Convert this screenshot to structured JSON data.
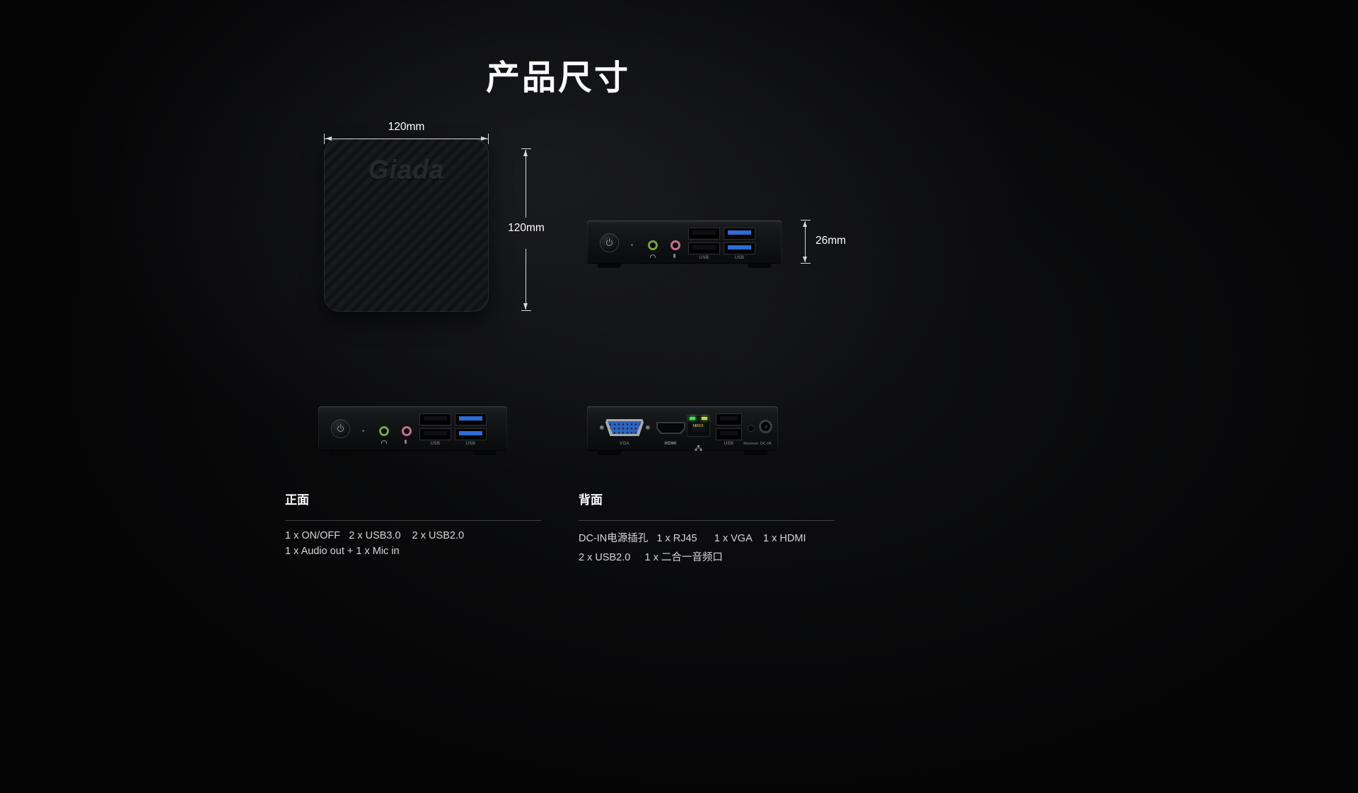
{
  "page": {
    "title": "产品尺寸"
  },
  "brand": {
    "logo": "Giada"
  },
  "dimensions": {
    "width": "120mm",
    "height": "120mm",
    "thickness": "26mm"
  },
  "ports": {
    "front": {
      "usb2_label": "USB",
      "usb3_label": "USB"
    },
    "back": {
      "vga_label": "VGA",
      "hdmi_label": "HDMI",
      "usb_label": "USB",
      "recover_label": "Recover",
      "dc_label": "DC-IN"
    }
  },
  "sections": {
    "front": {
      "heading": "正面",
      "line1": "1 x ON/OFF   2 x USB3.0    2 x USB2.0",
      "line2": "1 x Audio out + 1 x Mic in"
    },
    "back": {
      "heading": "背面",
      "line1": "DC-IN电源插孔   1 x RJ45      1 x VGA    1 x HDMI",
      "line2": "2 x USB2.0     1 x 二合一音频口"
    }
  }
}
